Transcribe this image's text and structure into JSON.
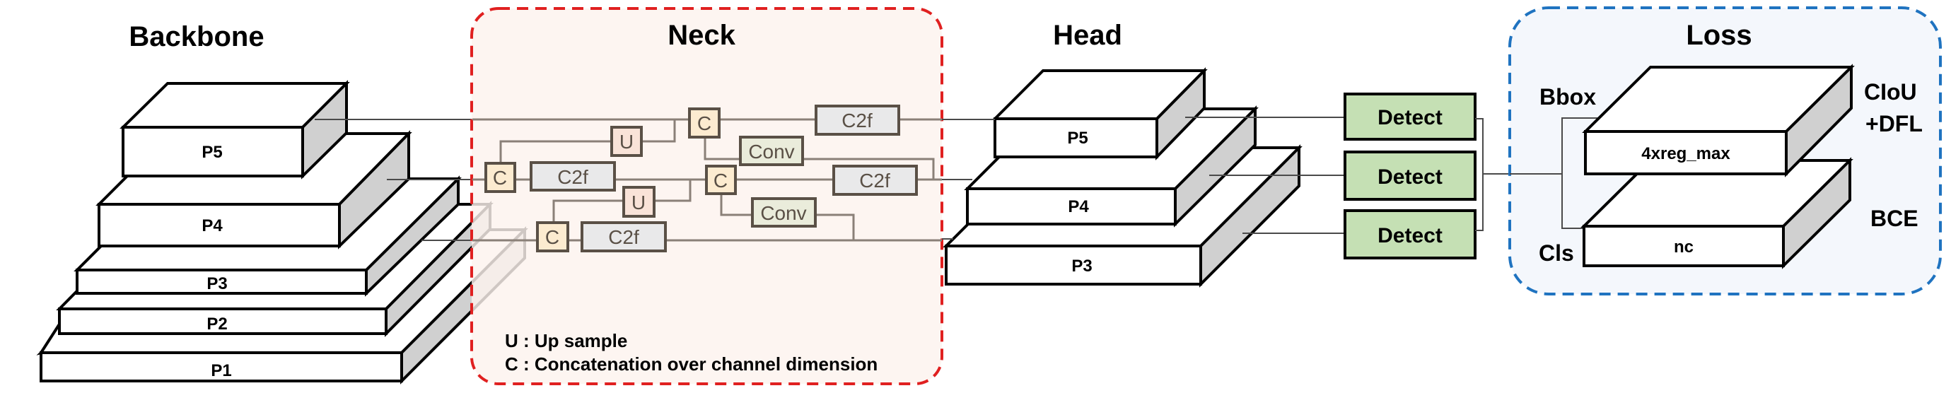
{
  "sections": {
    "backbone": {
      "title": "Backbone",
      "levels": [
        "P5",
        "P4",
        "P3",
        "P2",
        "P1"
      ]
    },
    "neck": {
      "title": "Neck",
      "nodes": {
        "concat_top": "C",
        "upsample_top": "U",
        "concat_left": "C",
        "c2f_left": "C2f",
        "concat_mid": "C",
        "upsample_mid": "U",
        "concat_bottom": "C",
        "c2f_bottom": "C2f",
        "conv_top": "Conv",
        "conv_bottom": "Conv",
        "c2f_top": "C2f",
        "c2f_mid": "C2f"
      },
      "legend": [
        "U : Up sample",
        "C : Concatenation over channel dimension"
      ]
    },
    "head": {
      "title": "Head",
      "levels": [
        "P5",
        "P4",
        "P3"
      ],
      "detect": [
        "Detect",
        "Detect",
        "Detect"
      ]
    },
    "loss": {
      "title": "Loss",
      "bbox_label": "Bbox",
      "cls_label": "Cls",
      "bbox_slab": "4xreg_max",
      "cls_slab": "nc",
      "bbox_loss_line1": "CIoU",
      "bbox_loss_line2": "+DFL",
      "cls_loss": "BCE"
    }
  },
  "colors": {
    "neck_border": "#e02020",
    "neck_bg": "#fcf3ee",
    "loss_border": "#1f73c0",
    "loss_bg": "#f2f6fb",
    "concat_fill": "#fcebd0",
    "upsample_fill": "#f9e3d8",
    "conv_fill": "#eaecdb",
    "c2f_fill": "#e9e9ea",
    "detect_fill": "#c5e0b4"
  }
}
